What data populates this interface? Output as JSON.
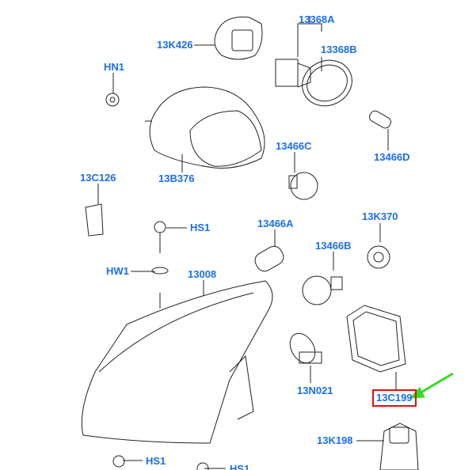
{
  "colors": {
    "label": "#1a6ef0",
    "highlight": "#e01010",
    "arrow": "#33dd22"
  },
  "labels": {
    "p13K426": "13K426",
    "p13368A": "13368A",
    "p13368B": "13368B",
    "HN1": "HN1",
    "p13466C": "13466C",
    "p13466D": "13466D",
    "p13C126": "13C126",
    "p13B376": "13B376",
    "HS1a": "HS1",
    "p13466A": "13466A",
    "p13466B": "13466B",
    "p13K370": "13K370",
    "HW1": "HW1",
    "p13008": "13008",
    "p13N021": "13N021",
    "p13C199": "13C199",
    "p13K198": "13K198",
    "HS1b": "HS1",
    "HS1c": "HS1"
  },
  "highlighted_part": "13C199"
}
